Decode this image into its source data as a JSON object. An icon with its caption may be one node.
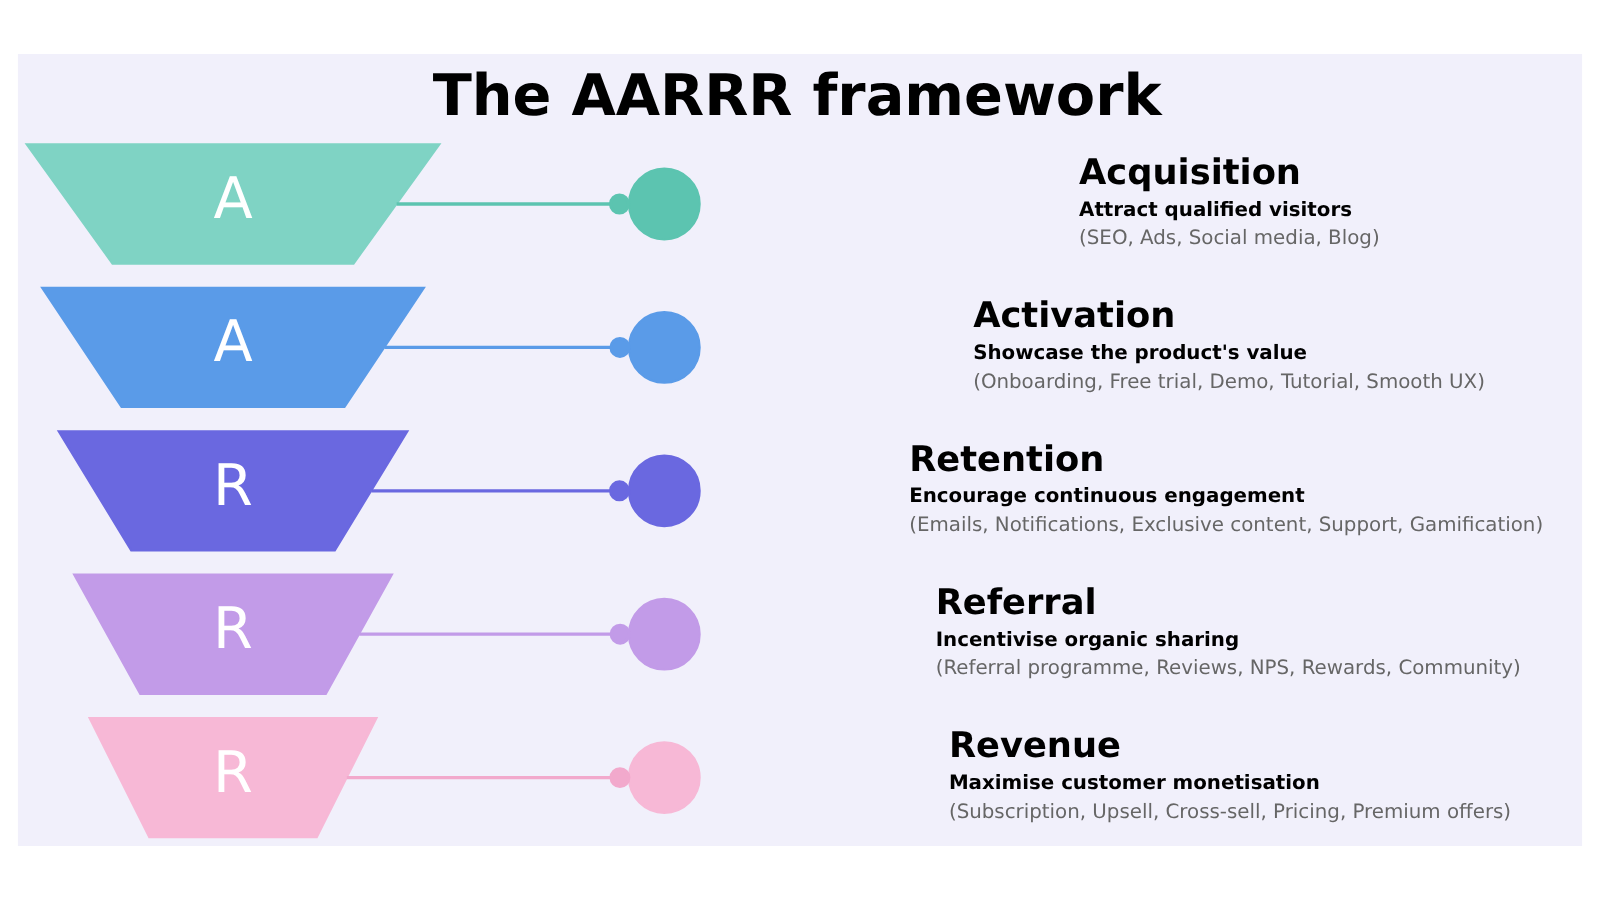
{
  "diagram": {
    "title": "The AARRR framework",
    "nodes": [
      {
        "text": [
          "A"
        ]
      },
      {
        "text": [
          "A"
        ]
      },
      {
        "text": [
          "R"
        ]
      },
      {
        "text": [
          "R"
        ]
      },
      {
        "text": [
          "R"
        ]
      },
      {
        "text": [],
        "shape": "circle",
        "beside": [
          "Acquisition",
          "Attract qualified visitors",
          "(SEO, Ads, Social media, Blog)"
        ]
      },
      {
        "text": [],
        "shape": "circle",
        "beside": [
          "Activation",
          "Showcase the product's value",
          "(Onboarding, Free trial, Demo, Tutorial, Smooth UX)"
        ]
      },
      {
        "text": [],
        "shape": "circle",
        "beside": [
          "Retention",
          "Encourage continuous engagement",
          "(Emails, Notifications, Exclusive content, Support, Gamification)"
        ]
      },
      {
        "text": [],
        "shape": "circle",
        "beside": [
          "Referral",
          "Incentivise organic sharing",
          "(Referral programme, Reviews, NPS, Rewards, Community)"
        ]
      },
      {
        "text": [],
        "shape": "circle",
        "beside": [
          "Revenue",
          "Maximise customer monetisation",
          "(Subscription, Upsell, Cross-sell, Pricing, Premium offers)"
        ]
      }
    ],
    "edges": [
      {
        "from": 0,
        "to": 5,
        "arrow": "other",
        "color": "#5cc4b0"
      },
      {
        "from": 1,
        "to": 6,
        "arrow": "other",
        "color": "#5a9be8"
      },
      {
        "from": 2,
        "to": 7,
        "arrow": "other",
        "color": "#6a68e0"
      },
      {
        "from": 3,
        "to": 8,
        "arrow": "other",
        "color": "#c29be8"
      },
      {
        "from": 4,
        "to": 9,
        "arrow": "other",
        "color": "#f2a9cc"
      }
    ]
  }
}
